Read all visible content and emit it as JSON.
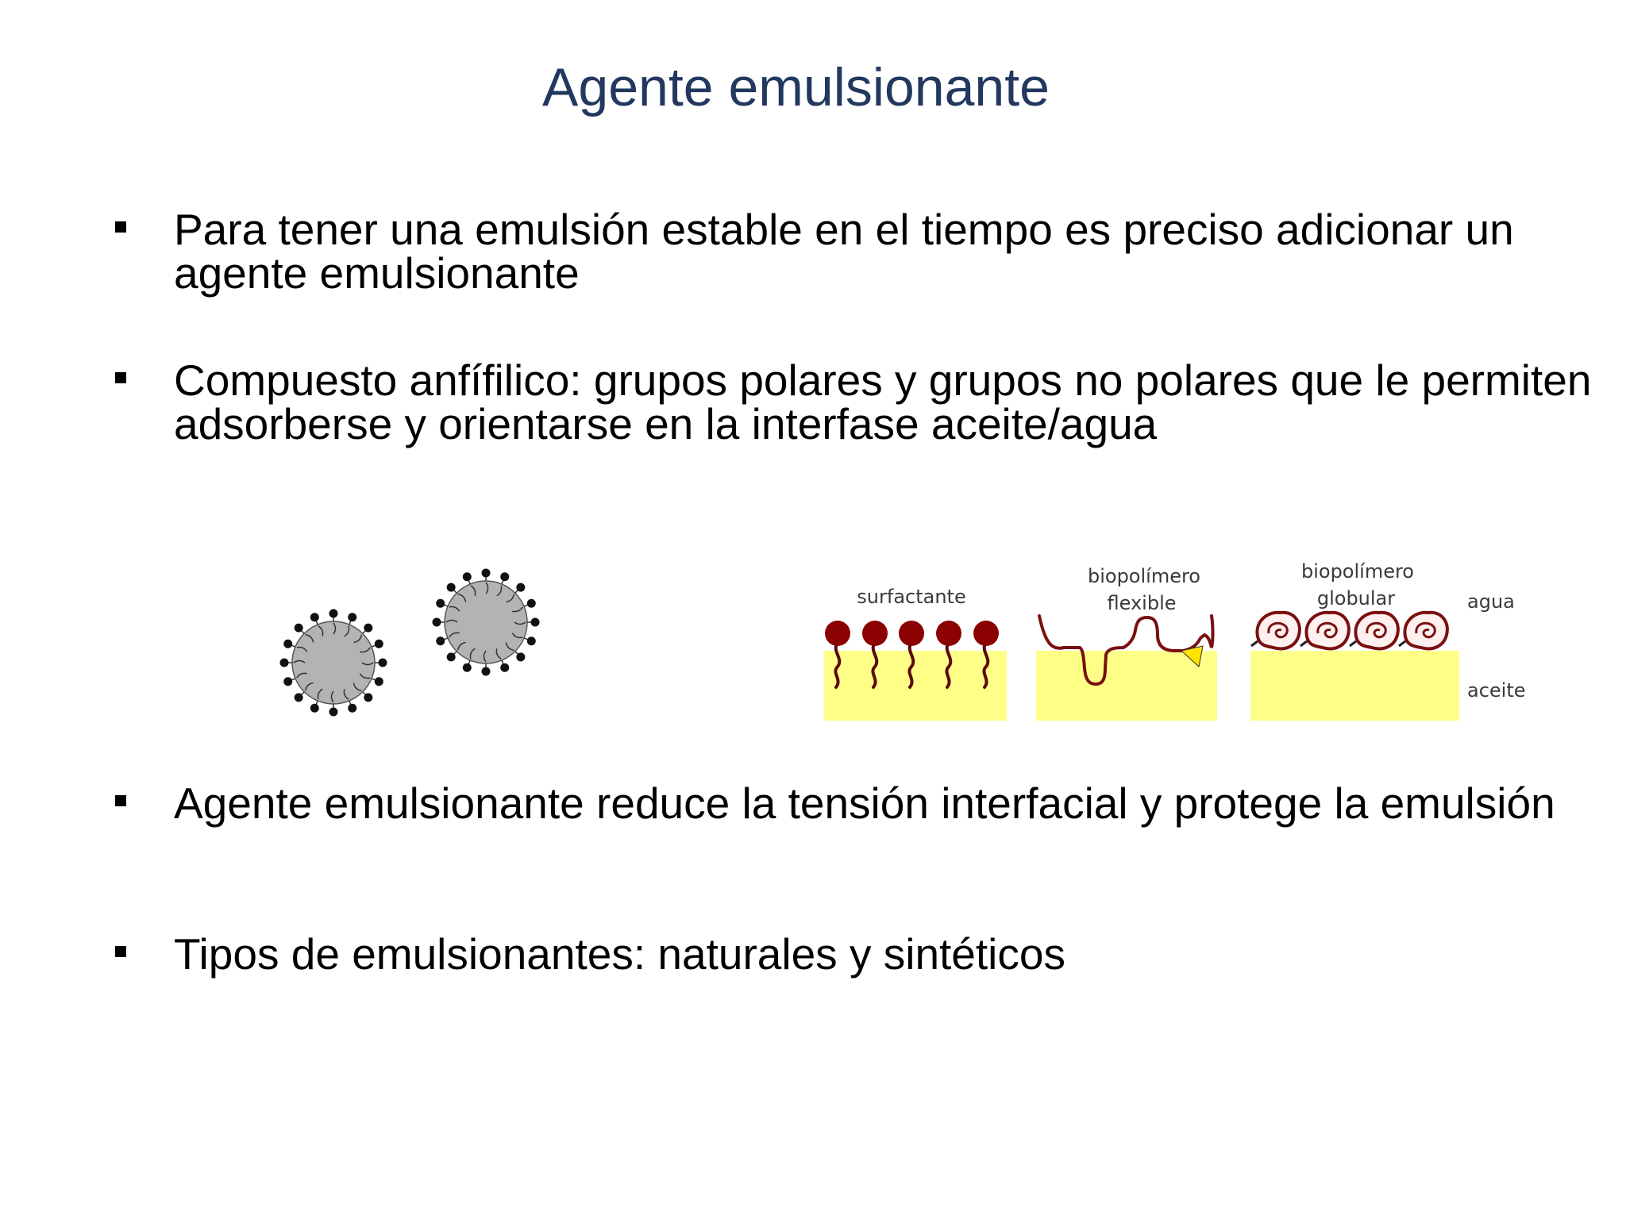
{
  "slide": {
    "title": "Agente emulsionante",
    "bullets": [
      "Para tener una emulsión estable en el tiempo es preciso adicionar un agente emulsionante",
      "Compuesto anfífilico: grupos polares y grupos no polares que le permiten adsorberse y orientarse en la interfase aceite/agua",
      "Agente emulsionante reduce la tensión interfacial y protege la emulsión",
      "Tipos de emulsionantes: naturales y sintéticos"
    ]
  },
  "figure": {
    "labels": {
      "surfactant": "surfactante",
      "flexible_line1": "biopolímero",
      "flexible_line2": "flexible",
      "globular_line1": "biopolímero",
      "globular_line2": "globular",
      "water": "agua",
      "oil": "aceite"
    },
    "colors": {
      "oil": "#ffff88",
      "head": "#8b0000",
      "droplet": "#b3b3b3",
      "title": "#22385e"
    }
  }
}
